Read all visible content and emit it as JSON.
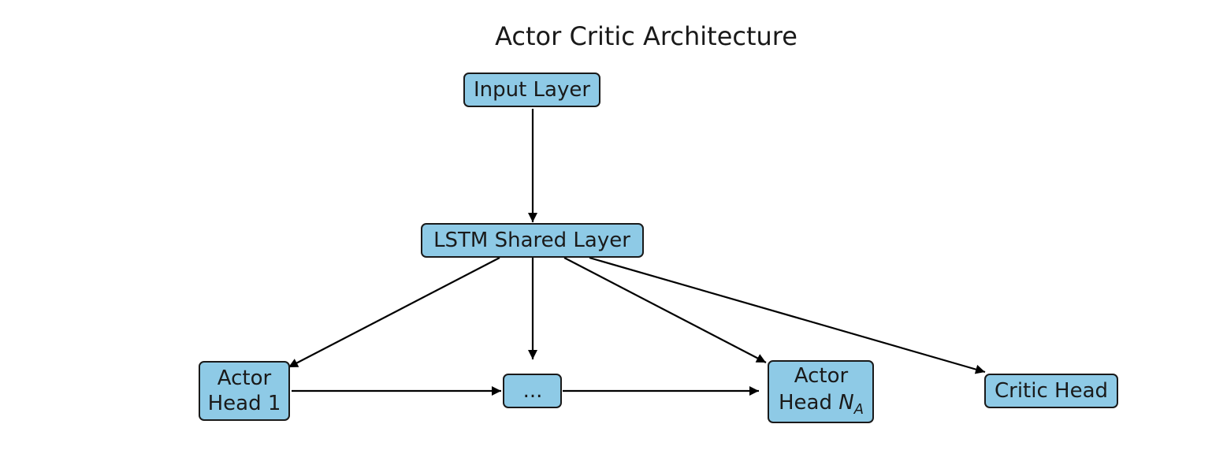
{
  "title": "Actor Critic Architecture",
  "colors": {
    "node_fill": "#8ecae6",
    "node_border": "#1a1a1a",
    "edge": "#000000"
  },
  "nodes": {
    "input": {
      "label": "Input Layer"
    },
    "lstm": {
      "label": "LSTM Shared Layer"
    },
    "actor1": {
      "line1": "Actor",
      "line2": "Head 1"
    },
    "ellipsis": {
      "label": "..."
    },
    "actorN": {
      "line1": "Actor",
      "line2_prefix": "Head ",
      "line2_var": "N",
      "line2_sub": "A"
    },
    "critic": {
      "label": "Critic Head"
    }
  },
  "edges": [
    {
      "from": "input",
      "to": "lstm"
    },
    {
      "from": "lstm",
      "to": "actor1"
    },
    {
      "from": "lstm",
      "to": "ellipsis"
    },
    {
      "from": "lstm",
      "to": "actorN"
    },
    {
      "from": "lstm",
      "to": "critic"
    },
    {
      "from": "actor1",
      "to": "ellipsis"
    },
    {
      "from": "ellipsis",
      "to": "actorN"
    }
  ]
}
